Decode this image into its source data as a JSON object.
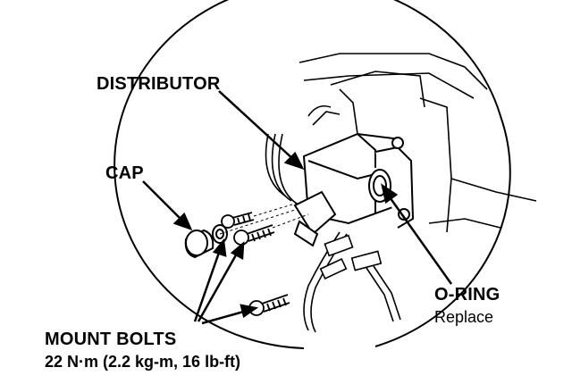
{
  "labels": {
    "distributor": "DISTRIBUTOR",
    "cap": "CAP",
    "o_ring": "O-RING",
    "o_ring_note": "Replace",
    "mount_bolts": "MOUNT BOLTS",
    "torque_spec": "22 N·m (2.2 kg-m, 16 lb-ft)"
  },
  "colors": {
    "ink": "#000000",
    "paper": "#ffffff"
  }
}
